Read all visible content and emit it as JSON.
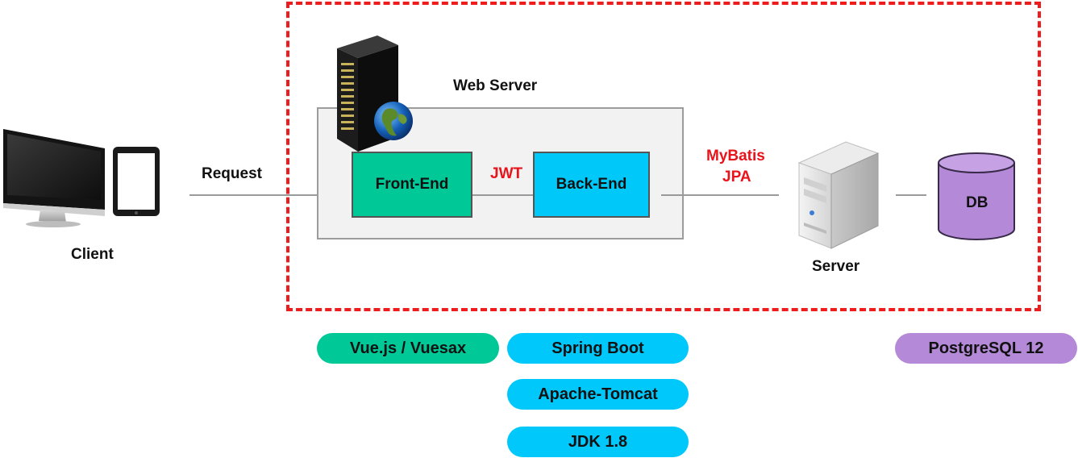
{
  "diagram": {
    "client": {
      "label": "Client"
    },
    "request_label": "Request",
    "web_server": {
      "title": "Web Server"
    },
    "front_end": {
      "label": "Front-End"
    },
    "back_end": {
      "label": "Back-End"
    },
    "jwt_label": "JWT",
    "orm": {
      "line1": "MyBatis",
      "line2": "JPA"
    },
    "server": {
      "label": "Server"
    },
    "db": {
      "label": "DB"
    }
  },
  "tech_stack": {
    "front_end": [
      "Vue.js / Vuesax"
    ],
    "back_end": [
      "Spring Boot",
      "Apache-Tomcat",
      "JDK 1.8"
    ],
    "database": [
      "PostgreSQL 12"
    ]
  },
  "colors": {
    "dashed_border": "#ee1c1c",
    "accent_red_text": "#e8141c",
    "front_end_green": "#00c896",
    "back_end_cyan": "#00c8f8",
    "db_purple": "#b48ad8",
    "connector_gray": "#9a9a9a",
    "web_server_bg": "#f2f2f2"
  },
  "icons": [
    "desktop-monitor-icon",
    "tablet-icon",
    "server-rack-icon",
    "globe-icon",
    "tower-server-icon",
    "database-cylinder-icon"
  ]
}
